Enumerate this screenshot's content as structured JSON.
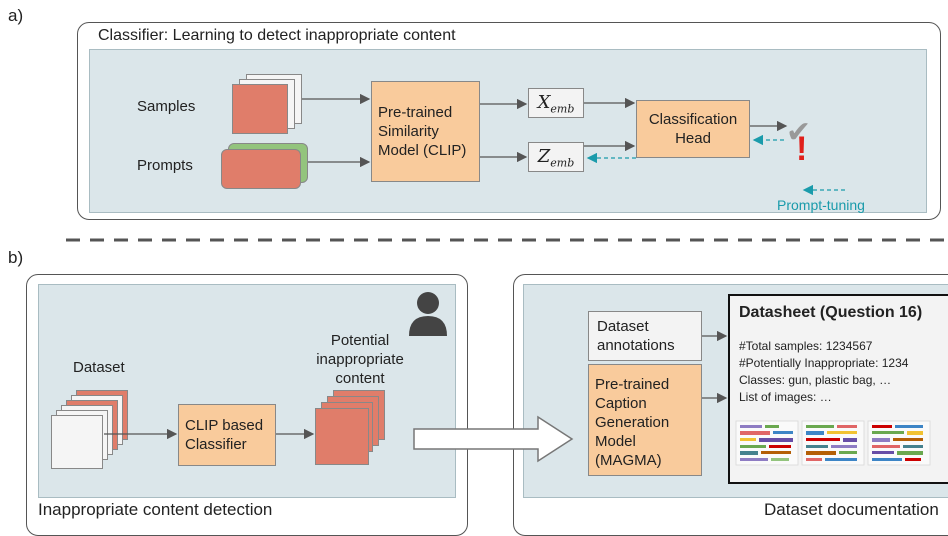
{
  "section_a": {
    "marker": "a)",
    "title": "Classifier: Learning to detect inappropriate content",
    "samples_label": "Samples",
    "prompts_label": "Prompts",
    "clip_box": "Pre-trained\nSimilarity\nModel (CLIP)",
    "x_emb": {
      "base": "X",
      "sub": "emb"
    },
    "z_emb": {
      "base": "Z",
      "sub": "emb"
    },
    "head_box": "Classification\nHead",
    "check_symbol": "✔",
    "alert_symbol": "!",
    "prompt_tuning_label": "Prompt-tuning"
  },
  "section_b": {
    "marker": "b)",
    "left_panel": {
      "dataset_label": "Dataset",
      "clip_classifier_box": "CLIP based\nClassifier",
      "potential_label": "Potential\ninappropriate\ncontent",
      "caption": "Inappropriate content detection"
    },
    "right_panel": {
      "annotations_box": "Dataset\nannotations",
      "caption_model_box": "Pre-trained\nCaption\nGeneration\nModel\n(MAGMA)",
      "datasheet": {
        "title": "Datasheet (Question 16)",
        "lines": [
          "#Total samples: 1234567",
          "#Potentially Inappropriate: 1234",
          "Classes: gun, plastic bag, …",
          "List of images: …"
        ]
      },
      "caption": "Dataset documentation"
    }
  },
  "colors": {
    "panel_bg": "#dbe6ea",
    "orange_box": "#f9cb9c",
    "red_tile": "#e07d6a",
    "green_tile": "#93c47d",
    "teal_arrow": "#1a9bab",
    "check_gray": "#999999",
    "alert_red": "#e0201b"
  },
  "icons": [
    "user-icon",
    "check-icon",
    "alert-icon",
    "arrow-icon",
    "word-cloud-icon"
  ]
}
